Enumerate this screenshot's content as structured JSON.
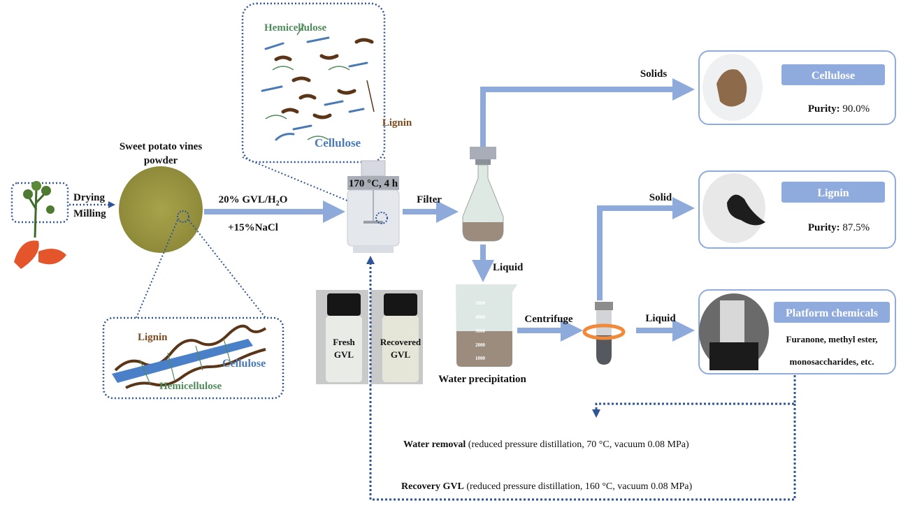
{
  "colors": {
    "pipe": "#8eaadb",
    "dotted": "#2f5597",
    "label_box": "#8faadc",
    "lignin": "#7b4a1e",
    "cellulose": "#4a7ab5",
    "hemicellulose": "#4f8a5b"
  },
  "raw": {
    "drying": "Drying",
    "milling": "Milling",
    "powder_title_1": "Sweet potato vines",
    "powder_title_2": "powder"
  },
  "inset_top": {
    "hemicellulose": "Hemicellulose",
    "lignin": "Lignin",
    "cellulose": "Cellulose"
  },
  "inset_bottom": {
    "lignin": "Lignin",
    "cellulose": "Cellulose",
    "hemicellulose": "Hemicellulose"
  },
  "reaction": {
    "solvent": "20% GVL/H",
    "solvent_sub": "2",
    "solvent_end": "O",
    "salt": "+15%NaCl",
    "condition": "170 °C, 4 h"
  },
  "vials": {
    "fresh_1": "Fresh",
    "fresh_2": "GVL",
    "recovered_1": "Recovered",
    "recovered_2": "GVL"
  },
  "steps": {
    "filter": "Filter",
    "solids": "Solids",
    "liquid1": "Liquid",
    "water_precipitation": "Water precipitation",
    "centrifuge": "Centrifuge",
    "solid": "Solid",
    "liquid2": "Liquid"
  },
  "beaker_ticks": [
    "5000",
    "4000",
    "3000",
    "2000",
    "1000"
  ],
  "products": {
    "cellulose": {
      "label": "Cellulose",
      "purity_label": "Purity:",
      "purity_value": " 90.0%"
    },
    "lignin": {
      "label": "Lignin",
      "purity_label": "Purity:",
      "purity_value": " 87.5%"
    },
    "platform": {
      "label": "Platform chemicals",
      "line1": "Furanone, methyl ester,",
      "line2": "monosaccharides, etc."
    }
  },
  "recovery": {
    "water_removal_bold": "Water removal",
    "water_removal_detail": " (reduced pressure distillation, 70 °C, vacuum 0.08 MPa)",
    "recovery_bold": "Recovery GVL",
    "recovery_detail": " (reduced pressure distillation, 160 °C, vacuum 0.08 MPa)"
  }
}
